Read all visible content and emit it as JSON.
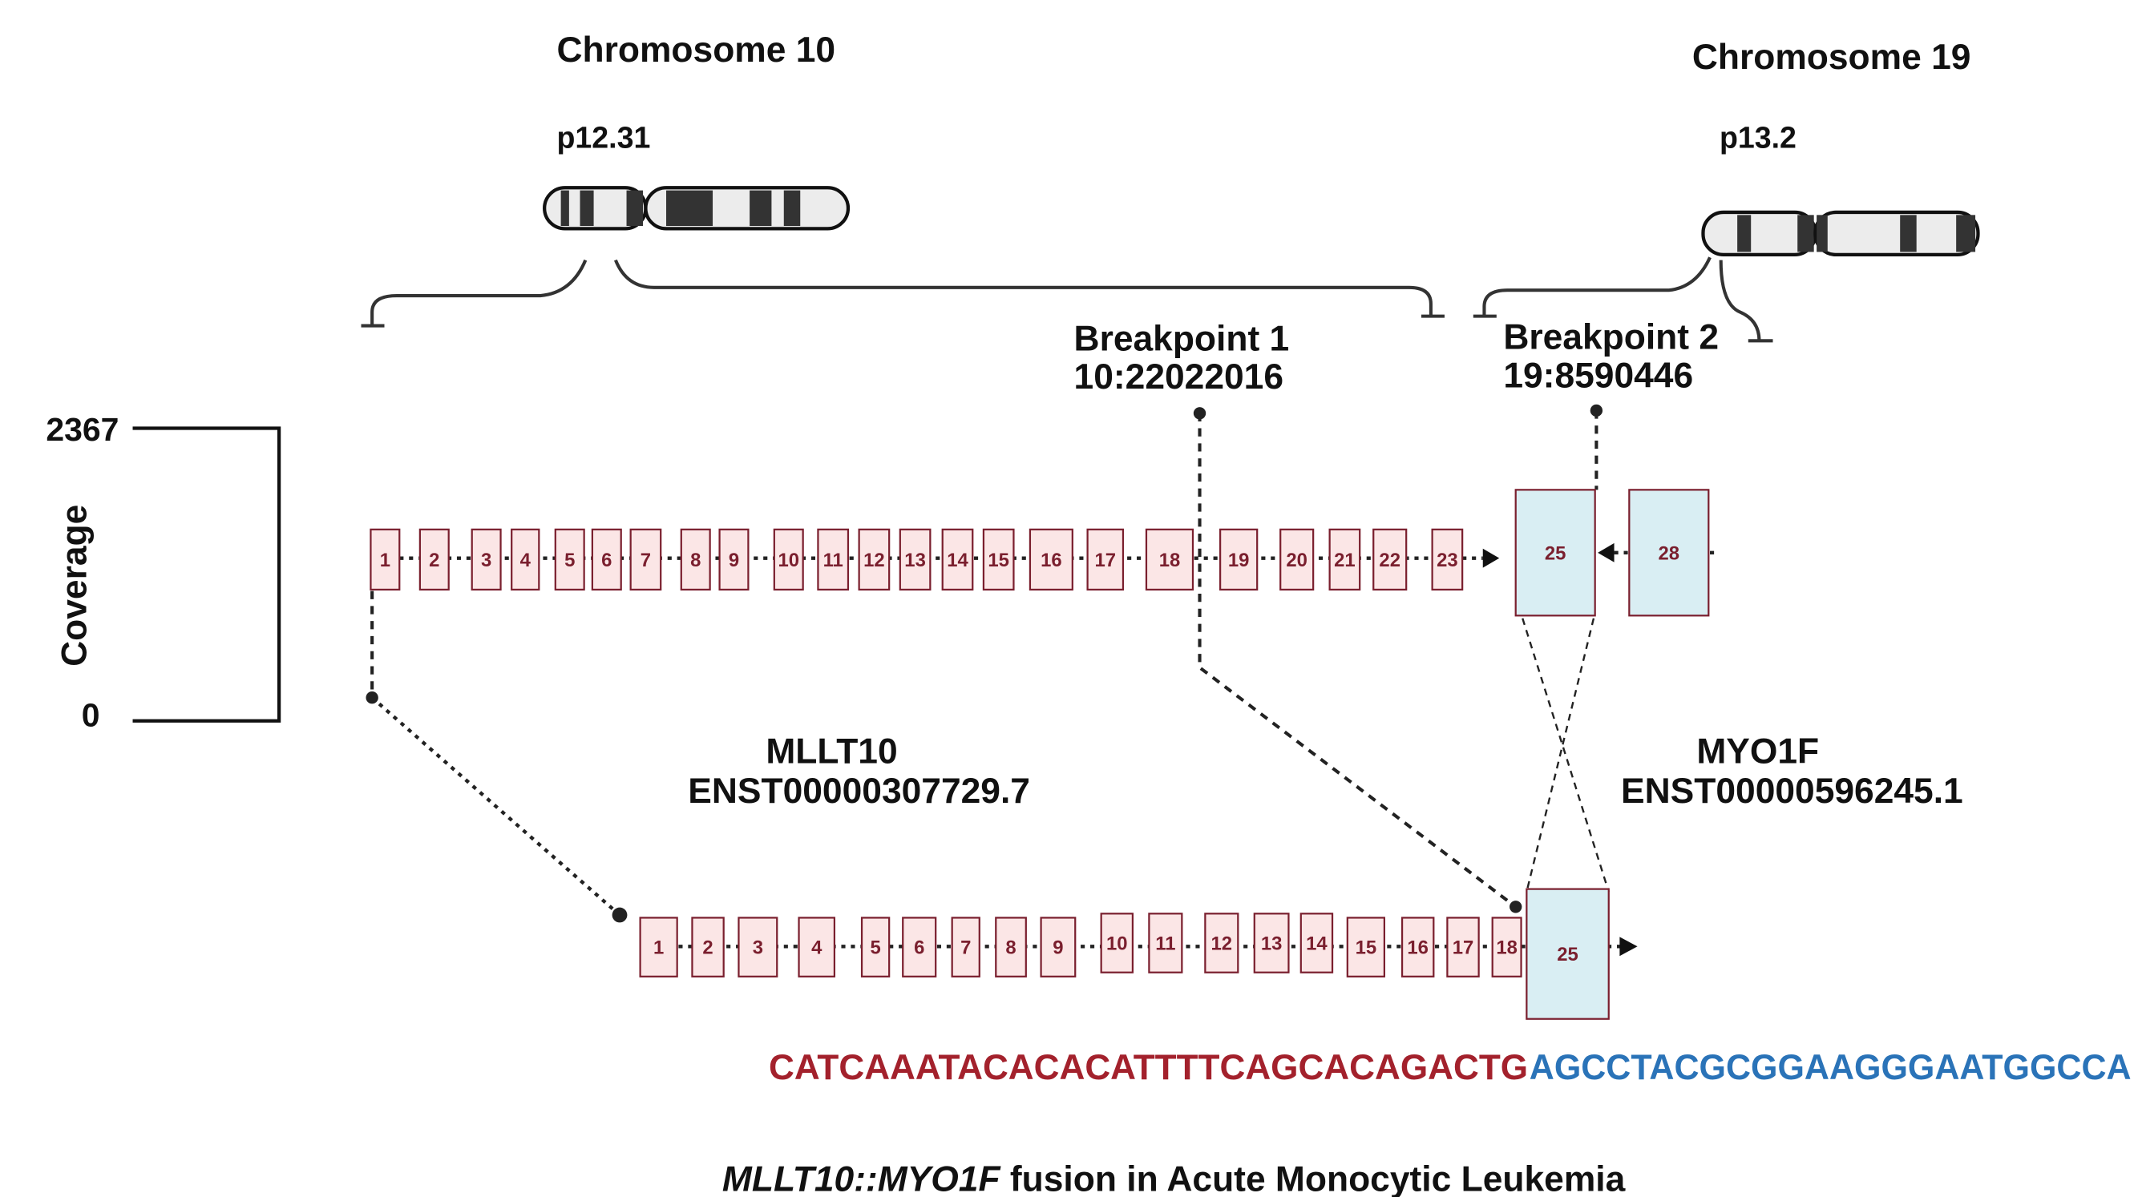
{
  "chromosomes": {
    "left": {
      "title": "Chromosome 10",
      "band": "p12.31"
    },
    "right": {
      "title": "Chromosome 19",
      "band": "p13.2"
    }
  },
  "breakpoints": [
    {
      "title": "Breakpoint 1",
      "position": "10:22022016"
    },
    {
      "title": "Breakpoint 2",
      "position": "19:8590446"
    }
  ],
  "coverage": {
    "label": "Coverage",
    "max": "2367",
    "min": "0"
  },
  "genes": {
    "left": {
      "name": "MLLT10",
      "transcript": "ENST00000307729.7"
    },
    "right": {
      "name": "MYO1F",
      "transcript": "ENST00000596245.1"
    }
  },
  "mllt10_exons": [
    "1",
    "2",
    "3",
    "4",
    "5",
    "6",
    "7",
    "8",
    "9",
    "10",
    "11",
    "12",
    "13",
    "14",
    "15",
    "16",
    "17",
    "18",
    "19",
    "20",
    "21",
    "22",
    "23"
  ],
  "myo1f_exons": [
    "25",
    "28"
  ],
  "fusion_exons": [
    "1",
    "2",
    "3",
    "4",
    "5",
    "6",
    "7",
    "8",
    "9",
    "10",
    "11",
    "12",
    "13",
    "14",
    "15",
    "16",
    "17",
    "18",
    "25"
  ],
  "sequence": {
    "mllt10_part": "CATCAAATACACACATTTTCAGCACAGACTG",
    "myo1f_part": "AGCCTACGCGGAAGGGAATGGCCA"
  },
  "caption": {
    "fusion_name": "MLLT10::MYO1F",
    "rest": " fusion in Acute Monocytic Leukemia"
  },
  "colors": {
    "mllt10": "#a3212c",
    "myo1f": "#2a73b8",
    "exon_fill": "#fbe6e6",
    "exon_fill_myo1f": "#d9eef3",
    "exon_stroke": "#7a1f2e"
  }
}
